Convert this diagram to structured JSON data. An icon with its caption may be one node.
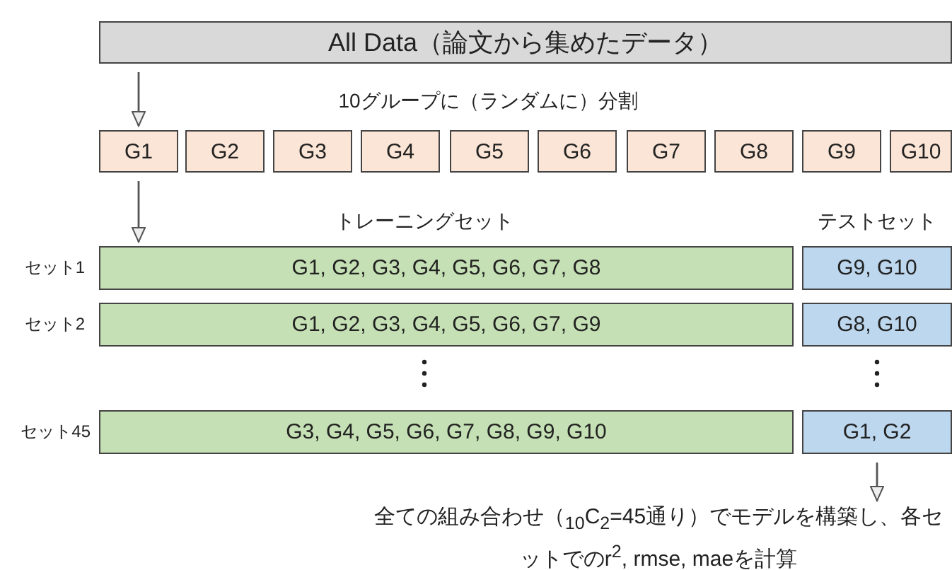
{
  "diagram": {
    "nodes": [
      {
        "text": [
          "All Data（論文から集めたデータ）"
        ]
      },
      {
        "text": [
          "G1"
        ]
      },
      {
        "text": [
          "G2"
        ]
      },
      {
        "text": [
          "G3"
        ]
      },
      {
        "text": [
          "G4"
        ]
      },
      {
        "text": [
          "G5"
        ]
      },
      {
        "text": [
          "G6"
        ]
      },
      {
        "text": [
          "G7"
        ]
      },
      {
        "text": [
          "G8"
        ]
      },
      {
        "text": [
          "G9"
        ]
      },
      {
        "text": [
          "G10"
        ]
      },
      {
        "text": [
          "G1, G2, G3, G4, G5, G6, G7, G8"
        ]
      },
      {
        "text": [
          "G9, G10"
        ]
      },
      {
        "text": [
          "G1, G2, G3, G4, G5, G6, G7, G9"
        ]
      },
      {
        "text": [
          "G8, G10"
        ]
      },
      {
        "text": [
          "G3, G4, G5, G6, G7, G8, G9, G10"
        ]
      },
      {
        "text": [
          "G1, G2"
        ]
      },
      {
        "text": [
          "全ての組み合わせ（$_{10}$C$_{2}$=45通り）でモデルを構築し、各セットでのr$^{2}$, rmse, maeを計算"
        ]
      }
    ],
    "edges": [
      {
        "from": 0,
        "to": 1,
        "arrow": "to"
      },
      {
        "from": 1,
        "to": 11,
        "arrow": "to"
      },
      {
        "from": 16,
        "to": 17,
        "arrow": "to"
      }
    ],
    "labels": [
      "10グループに（ランダムに）分割",
      "トレーニングセット",
      "テストセット",
      "セット1",
      "セット2",
      "セット45"
    ]
  }
}
